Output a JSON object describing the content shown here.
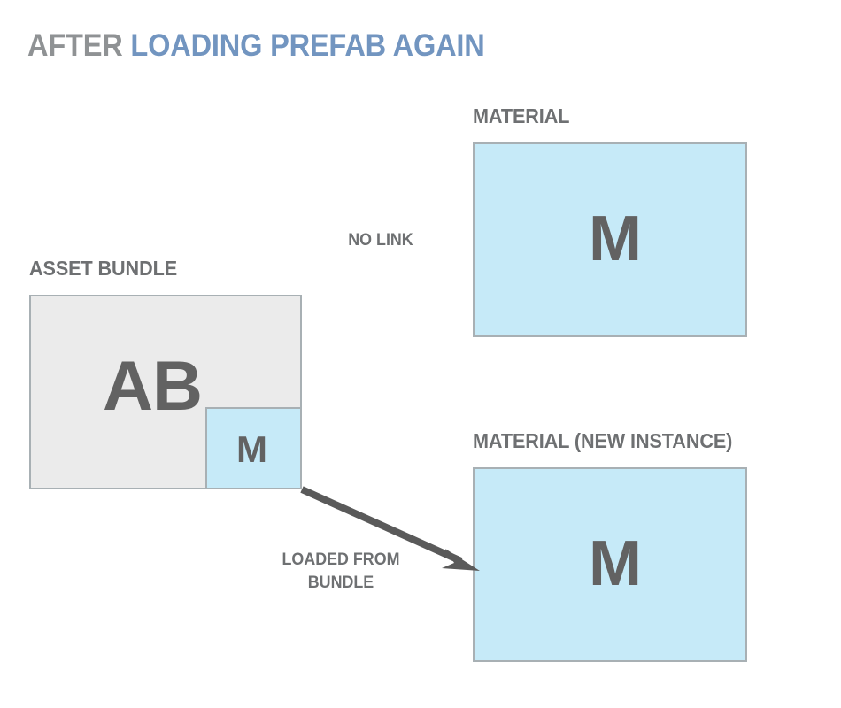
{
  "diagram": {
    "title": {
      "prefix": "AFTER ",
      "highlight": "LOADING PREFAB AGAIN"
    },
    "colors": {
      "title_gray": "#8f9294",
      "title_blue": "#7295c0",
      "label_gray": "#6e7072",
      "glyph_gray": "#626262",
      "box_border": "#a8b0b4",
      "material_fill": "#c6eaf8",
      "bundle_fill": "#ebebeb",
      "arrow": "#5a5a5a",
      "background": "#ffffff"
    },
    "nodes": [
      {
        "id": "asset-bundle",
        "label": "ASSET BUNDLE",
        "glyph": "AB",
        "fill": "#ebebeb"
      },
      {
        "id": "bundle-material",
        "label": "",
        "glyph": "M",
        "fill": "#c6eaf8"
      },
      {
        "id": "material",
        "label": "MATERIAL",
        "glyph": "M",
        "fill": "#c6eaf8"
      },
      {
        "id": "material-new-instance",
        "label": "MATERIAL (NEW INSTANCE)",
        "glyph": "M",
        "fill": "#c6eaf8"
      }
    ],
    "edges": [
      {
        "id": "no-link",
        "label": "NO LINK",
        "from": "asset-bundle",
        "to": "material",
        "has_arrow": false
      },
      {
        "id": "loaded-from-bundle",
        "label": "LOADED FROM\nBUNDLE",
        "from": "bundle-material",
        "to": "material-new-instance",
        "has_arrow": true
      }
    ]
  }
}
